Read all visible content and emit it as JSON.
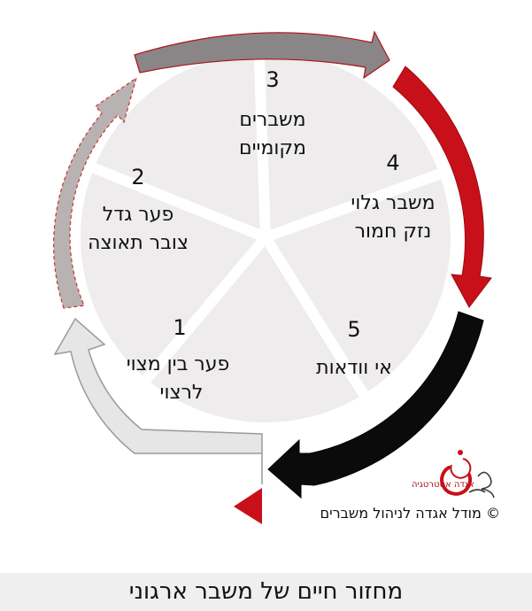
{
  "segments": [
    {
      "num": "1",
      "lines": [
        "פער בין מצוי",
        "לרצוי"
      ]
    },
    {
      "num": "2",
      "lines": [
        "פער גדל",
        "צובר תאוצה"
      ]
    },
    {
      "num": "3",
      "lines": [
        "משברים",
        "מקומיים"
      ]
    },
    {
      "num": "4",
      "lines": [
        "משבר גלוי",
        "נזק חמור"
      ]
    },
    {
      "num": "5",
      "lines": [
        "אי וודאות"
      ]
    }
  ],
  "arrows": [
    {
      "name": "arrow-1",
      "fill": "#e6e6e6",
      "stroke": "#9a9a9a",
      "style": "solid-outline"
    },
    {
      "name": "arrow-2",
      "fill": "#b9b2b2",
      "stroke": "#c0392b",
      "style": "dashed-outline"
    },
    {
      "name": "arrow-3",
      "fill": "#8a8586",
      "stroke": "#b11116",
      "style": "solid-outline"
    },
    {
      "name": "arrow-4",
      "fill": "#c8101a",
      "stroke": "#c8101a",
      "style": "filled"
    },
    {
      "name": "arrow-5",
      "fill": "#0b0b0b",
      "stroke": "#0b0b0b",
      "style": "filled"
    }
  ],
  "colors": {
    "segment_fill": "#eeeced",
    "segment_gap": "#ffffff"
  },
  "logo": {
    "name": "אגדה אסטרטגיה"
  },
  "copyright": "© מודל אגדה לניהול משברים",
  "footer": {
    "title": "מחזור חיים של משבר ארגוני"
  }
}
